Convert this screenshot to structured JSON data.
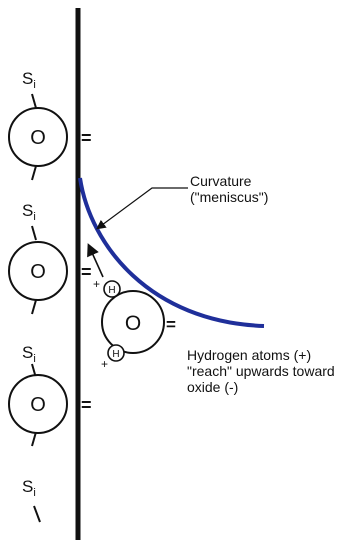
{
  "atoms": {
    "silicon": "S",
    "silicon_sub": "i",
    "oxygen": "O",
    "hydrogen": "H",
    "double_bond": "=",
    "plus": "+"
  },
  "labels": {
    "curvature_line1": "Curvature",
    "curvature_line2": "(\"meniscus\")",
    "hydrogen_line1": "Hydrogen atoms (+)",
    "hydrogen_line2": "\"reach\" upwards toward",
    "hydrogen_line3": "oxide (-)"
  },
  "colors": {
    "meniscus": "#1f2f9a",
    "stroke": "#111111"
  }
}
